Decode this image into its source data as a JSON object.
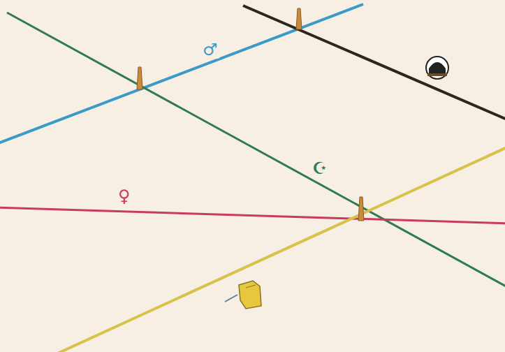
{
  "diagram": {
    "labels": [
      "♂",
      "☪",
      "♀"
    ]
  }
}
